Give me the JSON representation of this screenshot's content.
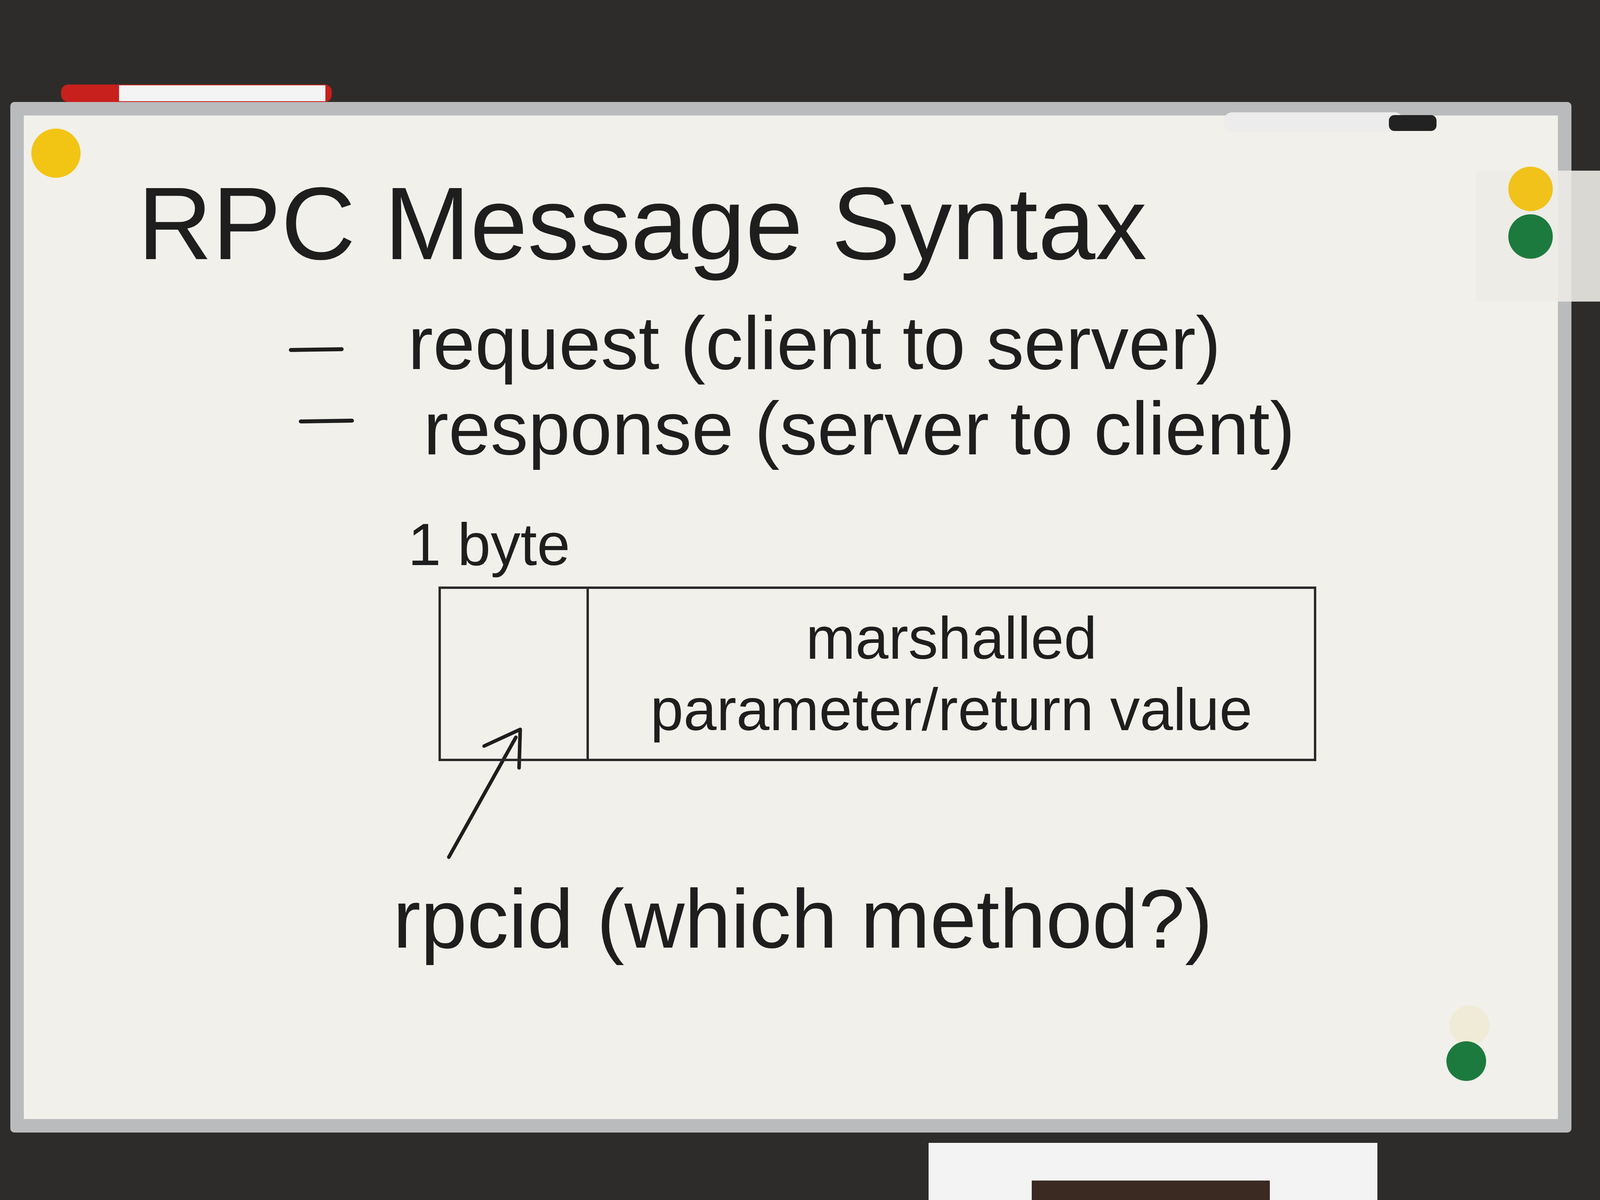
{
  "diagram": {
    "title": "RPC Message Syntax",
    "nodes": [
      {
        "text": [
          "marshalled parameter/return value"
        ]
      }
    ],
    "labels": [
      "request (client to server)",
      "response (server to client)",
      "1 byte",
      "rpcid (which method?)"
    ]
  }
}
